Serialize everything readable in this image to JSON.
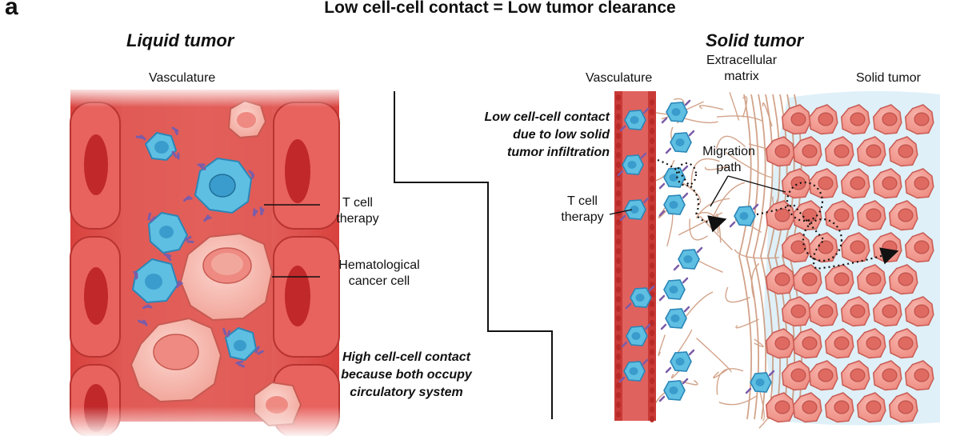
{
  "figure": {
    "panel_letter": "a",
    "title": "Low cell-cell contact = Low tumor clearance"
  },
  "liquid": {
    "title": "Liquid tumor",
    "vasculature_label": "Vasculature",
    "tcell_label_line1": "T cell",
    "tcell_label_line2": "therapy",
    "cancer_label_line1": "Hematological",
    "cancer_label_line2": "cancer cell",
    "note_line1": "High cell-cell contact",
    "note_line2": "because both occupy",
    "note_line3": "circulatory system"
  },
  "solid": {
    "title": "Solid tumor",
    "vasculature_label": "Vasculature",
    "ecm_label_line1": "Extracellular",
    "ecm_label_line2": "matrix",
    "tumor_label": "Solid tumor",
    "migration_label_line1": "Migration",
    "migration_label_line2": "path",
    "tcell_label_line1": "T cell",
    "tcell_label_line2": "therapy",
    "note_line1": "Low cell-cell contact",
    "note_line2": "due to low solid",
    "note_line3": "tumor infiltration"
  },
  "colors": {
    "vessel_fill": "#e2605c",
    "vessel_dark": "#c93a36",
    "endothelial_fill": "#ef7d78",
    "nucleus_red": "#c0282a",
    "tcell_fill": "#5fbfe2",
    "tcell_edge": "#2b86b8",
    "receptor": "#7b5ca8",
    "tumor_cell": "#f29c92",
    "tumor_edge": "#c75a52",
    "tumor_bg": "#dff0f8",
    "ecm_fiber": "#c88d6d",
    "line": "#111111"
  }
}
